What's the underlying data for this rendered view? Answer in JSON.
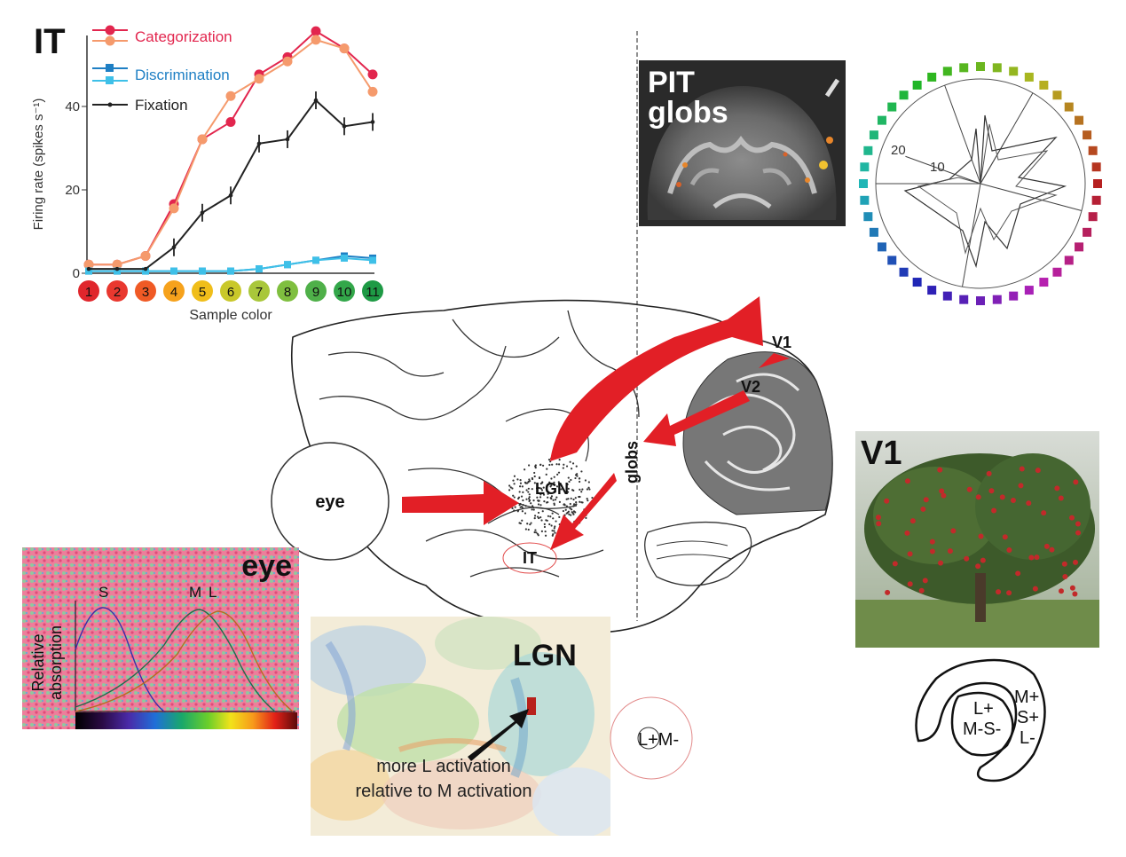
{
  "it_chart": {
    "label": "IT",
    "ylabel": "Firing rate (spikes s⁻¹)",
    "xlabel": "Sample color",
    "yticks": [
      "0",
      "20",
      "40"
    ],
    "legend": [
      "Categorization",
      "Discrimination",
      "Fixation"
    ],
    "sample_colors": [
      "#e0262c",
      "#e9382f",
      "#f05a25",
      "#f6a21c",
      "#f0be1a",
      "#c9c82a",
      "#a9c73a",
      "#7fbf3f",
      "#4fb049",
      "#33a74a",
      "#1e9a45"
    ]
  },
  "chart_data": {
    "type": "line",
    "x": [
      "1",
      "2",
      "3",
      "4",
      "5",
      "6",
      "7",
      "8",
      "9",
      "10",
      "11"
    ],
    "xlabel": "Sample color",
    "ylabel": "Firing rate (spikes s⁻¹)",
    "ylim": [
      0,
      55
    ],
    "series": [
      {
        "name": "Categorization",
        "color": "#e2264e",
        "marker": "circle",
        "values": [
          2,
          2,
          4,
          16,
          31,
          35,
          46,
          50,
          56,
          52,
          46
        ]
      },
      {
        "name": "",
        "color": "#f59a6c",
        "marker": "circle",
        "values": [
          2,
          2,
          4,
          15,
          31,
          41,
          45,
          49,
          54,
          52,
          42
        ]
      },
      {
        "name": "Discrimination",
        "color": "#1e7fc4",
        "marker": "square",
        "values": [
          0.5,
          0.5,
          0.5,
          0.5,
          0.5,
          0.5,
          1,
          2,
          3,
          4,
          3.5
        ]
      },
      {
        "name": "",
        "color": "#3ec0e8",
        "marker": "square",
        "values": [
          0.5,
          0.5,
          0.5,
          0.5,
          0.5,
          0.5,
          1,
          2,
          3,
          3.5,
          3
        ]
      },
      {
        "name": "Fixation",
        "color": "#222222",
        "marker": "dot",
        "values": [
          1,
          1,
          1,
          6,
          14,
          18,
          30,
          31,
          40,
          34,
          35
        ]
      }
    ]
  },
  "pit": {
    "line1": "PIT",
    "line2": "globs"
  },
  "polar": {
    "tick20": "20",
    "tick10": "10"
  },
  "brain": {
    "eye": "eye",
    "lgn": "LGN",
    "it": "IT",
    "globs": "globs",
    "v1": "V1",
    "v2": "V2"
  },
  "eye_panel": {
    "label": "eye",
    "ylabel1": "Relative",
    "ylabel2": "absorption",
    "s": "S",
    "m": "M",
    "l": "L"
  },
  "lgn_panel": {
    "label": "LGN",
    "caption1": "more L activation",
    "caption2": "relative to M activation",
    "cell": "L+M-"
  },
  "v1_panel": {
    "label": "V1"
  },
  "receptive": {
    "l_plus": "L+",
    "mss": "M-S-",
    "m_plus": "M+",
    "s_plus": "S+",
    "l_minus": "L-"
  },
  "colors": {
    "arrow": "#e21f26",
    "cat": "#e2264e",
    "disc": "#1e7fc4"
  }
}
